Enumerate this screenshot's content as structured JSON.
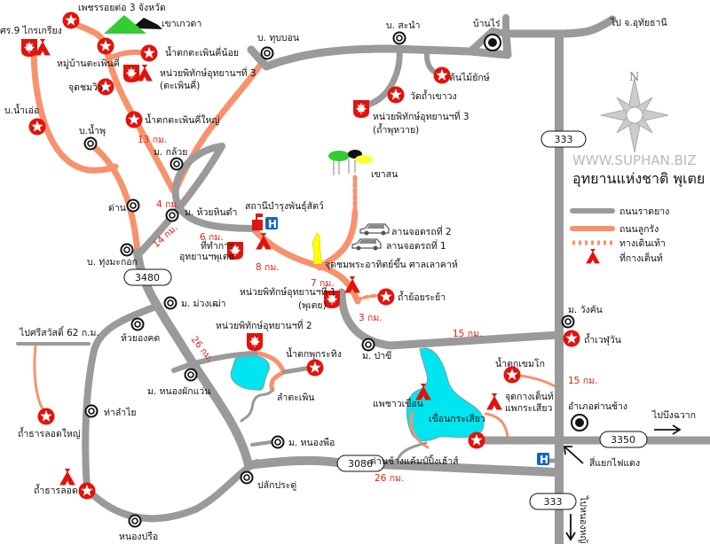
{
  "title": "อุทยานแห่งชาติ พุเตย",
  "website": "WWW.SUPHAN.BIZ",
  "compass_label": "N",
  "colors": {
    "paved_road": "#9a9a9a",
    "dirt_road": "#f7926d",
    "marker_red": "#e3120b",
    "water": "#00e5f0",
    "mountain_green": "#33cc33",
    "statue_yellow": "#ffff00",
    "hospital_blue": "#1565c0"
  },
  "legend": [
    {
      "icon": "paved-road-line",
      "label": "ถนนราดยาง"
    },
    {
      "icon": "dirt-road-line",
      "label": "ถนนลูกรัง"
    },
    {
      "icon": "footpath-dotted-line",
      "label": "ทางเดินเท้า"
    },
    {
      "icon": "tent-icon",
      "label": "ที่กางเต็นท์"
    }
  ],
  "route_signs": {
    "r333_top": "333",
    "r333_bottom": "333",
    "r3480": "3480",
    "r3086": "3086",
    "r3350": "3350"
  },
  "distances": {
    "d13": "13 กม.",
    "d4": "4 กม.",
    "d14": "14 กม.",
    "d6": "6 กม.",
    "d8": "8 กม.",
    "d7": "7 กม.",
    "d3": "3 กม.",
    "d26a": "26 กม.",
    "d15a": "15 กม.",
    "d15b": "15 กม.",
    "d26b": "26 กม."
  },
  "labels": {
    "phetroi": "เพชรรอยต่อ 3 จังหวัด",
    "khao_kaewda": "เขาเกวดา",
    "sor9": "ศร.9 ไกรเกรียง",
    "mu_taphoen": "หมู่บ้านตะเพินคี่",
    "nt_taphoen_noi": "น้ำตกตะเพินคี่น้อย",
    "unit3a_1": "หน่วยพิทักษ์อุทยานฯที่ 3",
    "unit3a_2": "(ตะเพินคี่)",
    "viewpoint": "จุดชมวิว",
    "ban_nam_oe": "บ.น้ำเอ่อ",
    "nt_taphoen_yai": "น้ำตกตะเพินคี่ใหญ่",
    "ban_nam_phu": "บ.น้ำพุ",
    "ban_kluai": "ม. กล้วย",
    "dan": "ด่าน",
    "huai_hin_dam": "ม. ห้วยหินดำ",
    "station": "สถานีบำรุงพันธุ์สัตว์",
    "hq_1": "ที่ทำการ",
    "hq_2": "อุทยานฯพุเตย",
    "thung_makok": "บ. ทุ่งมะกอก",
    "thup_bon": "บ. ทุบบอน",
    "sanam": "บ. สะนำ",
    "ban_rai": "บ้านไร่",
    "to_uthai": "ไป จ.อุทัยธานี",
    "giant_tree": "ต้นไม้ยักษ์",
    "wat_tham": "วัดถ้ำเขาวง",
    "unit3b_1": "หน่วยพิทักษ์อุทยานฯที่ 3",
    "unit3b_2": "(ถ้ำพุหวาย)",
    "khao_son": "เขาสน",
    "parking2": "ลานจอดรถที่ 2",
    "parking1": "ลานจอดรถที่ 1",
    "sunrise": "จุดชมพระอาทิตย์ขึ้น ศาลเลาคาห์",
    "unit1_1": "หน่วยพิทักษ์อุทยานฯที่ 1",
    "unit1_2": "(พุเตย)",
    "tham_yoi": "ถ้ำย้อยระย้า",
    "muang_thao": "ม. ม่วงเฒ่า",
    "to_srisawat": "ไปศรีสวัสดิ์ 62 ก.ม.",
    "huai_ongkhot": "ห้วยองคต",
    "unit2": "หน่วยพิทักษ์อุทยานฯที่ 2",
    "nt_phu_krathing": "น้ำตกพุกระทิง",
    "lam_taphoen": "ลำตะเพิน",
    "nong_phak_waen": "ม. หนองผักแว่น",
    "tha_lamyai": "ท่าลำไย",
    "tham_than_lot_yai": "ถ้ำธารลอดใหญ่",
    "nong_phue": "ม. หนองพือ",
    "plak_pradu": "ปลักประดู่",
    "tham_than_lot": "ถ้ำธารลอด",
    "nong_prue": "หนองปรือ",
    "pa_khi": "ม. ป่าขี",
    "wang_khan": "ม. วังคัน",
    "tham_welu": "ถ้ำเวฬุวัน",
    "nt_khemko": "น้ำตกเขมโก",
    "phae_chao": "แพชาวเขื่อน",
    "camp_1": "จุดกางเต็นท์",
    "camp_2": "แพกระเสียว",
    "amphoe": "อำเภอด่านช้าง",
    "dam": "เขื่อนกระเสียว",
    "to_bueng": "ไปบึงฉวาก",
    "camping_house": "ด่านช้างแค้มป์ปิ้งเฮ้าส์",
    "intersection": "สี่แยกไฟแดง",
    "to_nong_ya_sai": "ไปหนองหญ้าไซ"
  }
}
